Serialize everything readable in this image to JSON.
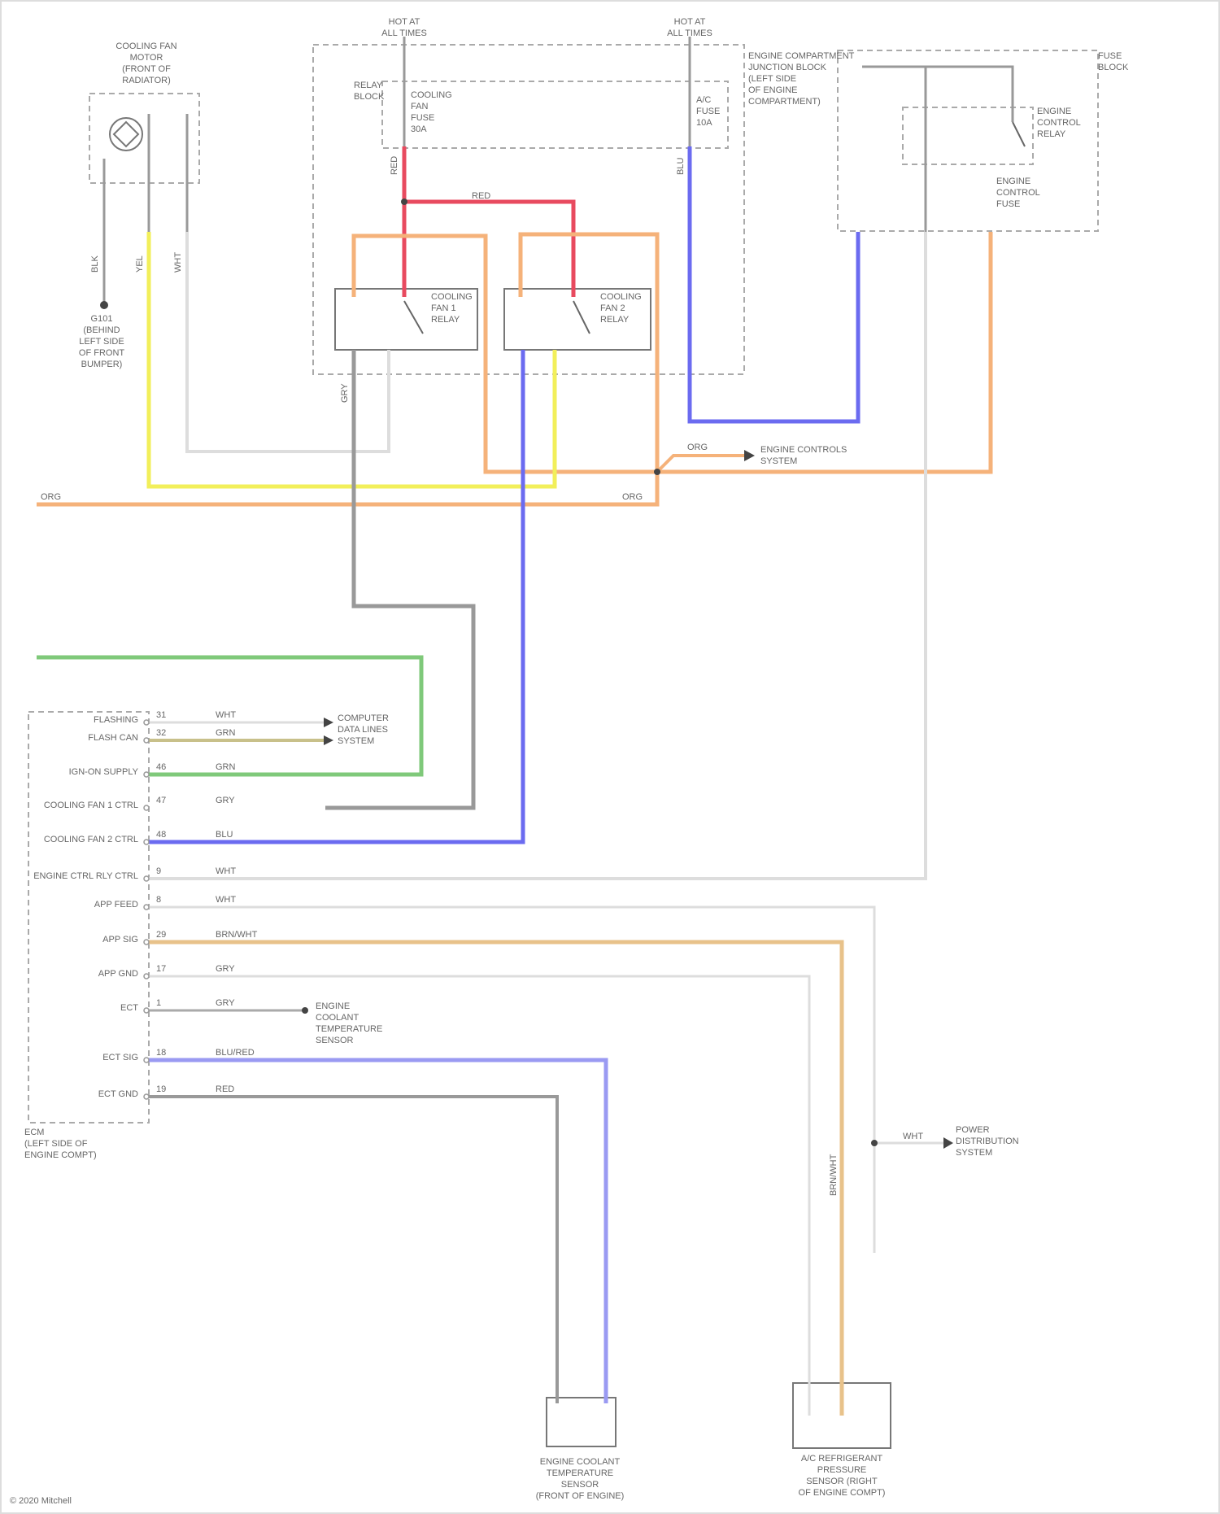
{
  "diagram": {
    "copyright": "© 2020 Mitchell",
    "power": [
      {
        "label": "HOT AT",
        "sub": "ALL TIMES"
      },
      {
        "label": "HOT AT",
        "sub": "ALL TIMES"
      }
    ],
    "components": {
      "fan_motor": [
        "COOLING FAN",
        "MOTOR",
        "(FRONT OF",
        "RADIATOR)"
      ],
      "junction_box": [
        "ENGINE COMPARTMENT",
        "JUNCTION BLOCK",
        "(LEFT SIDE",
        "OF ENGINE",
        "COMPARTMENT)"
      ],
      "fuse_block": [
        "RELAY",
        "BLOCK"
      ],
      "fuse_main": [
        "COOLING",
        "FAN",
        "FUSE",
        "30A"
      ],
      "fuse_ac": [
        "A/C",
        "FUSE",
        "10A"
      ],
      "relay1": [
        "COOLING",
        "FAN 1",
        "RELAY"
      ],
      "relay2": [
        "COOLING",
        "FAN 2",
        "RELAY"
      ],
      "fuse_right": [
        "FUSE",
        "BLOCK"
      ],
      "ctrl_relay": [
        "ENGINE",
        "CONTROL",
        "RELAY"
      ],
      "engine_fuse": [
        "ENGINE",
        "CONTROL",
        "FUSE"
      ],
      "ground": [
        "G101",
        "(BEHIND",
        "LEFT SIDE",
        "OF FRONT",
        "BUMPER)"
      ],
      "ecm": [
        "ECM",
        "(LEFT SIDE OF",
        "ENGINE COMPT)"
      ],
      "ect_sensor": [
        "ENGINE COOLANT",
        "TEMPERATURE",
        "SENSOR",
        "(FRONT OF ENGINE)"
      ],
      "ac_sensor": [
        "A/C REFRIGERANT",
        "PRESSURE",
        "SENSOR (RIGHT",
        "OF ENGINE COMPT)"
      ]
    },
    "ref_engine_ctrl": [
      "ENGINE CONTROLS",
      "SYSTEM"
    ],
    "ref_data_link": [
      "COMPUTER",
      "DATA LINES",
      "SYSTEM"
    ],
    "ref_knock": [
      "ENGINE",
      "COOLANT",
      "TEMPERATURE",
      "SENSOR"
    ],
    "ref_power": [
      "POWER",
      "DISTRIBUTION",
      "SYSTEM"
    ],
    "ecm_pins": [
      {
        "name": "FLASHING",
        "pin": "31",
        "wire": "WHT"
      },
      {
        "name": "FLASH CAN",
        "pin": "32",
        "wire": "GRN"
      },
      {
        "name": "IGN-ON SUPPLY",
        "pin": "46",
        "wire": "GRN"
      },
      {
        "name": "COOLING FAN 1 CTRL",
        "pin": "47",
        "wire": "GRY"
      },
      {
        "name": "COOLING FAN 2 CTRL",
        "pin": "48",
        "wire": "BLU"
      },
      {
        "name": "ENGINE CTRL RLY CTRL",
        "pin": "9",
        "wire": "WHT"
      },
      {
        "name": "APP FEED",
        "pin": "8",
        "wire": "WHT"
      },
      {
        "name": "APP SIG",
        "pin": "29",
        "wire": "BRN/WHT"
      },
      {
        "name": "APP GND",
        "pin": "17",
        "wire": "GRY"
      },
      {
        "name": "ECT",
        "pin": "1",
        "wire": "GRY"
      },
      {
        "name": "ECT SIG",
        "pin": "18",
        "wire": "BLU/RED"
      },
      {
        "name": "ECT GND",
        "pin": "19",
        "wire": "RED"
      }
    ],
    "wire_colors": {
      "red": "#e84a5f",
      "blue": "#6b6bf0",
      "orange": "#f5b27a",
      "yellow": "#f2ef5a",
      "gray": "#999999",
      "green": "#7fc97a",
      "tan": "#e8c28a",
      "lightgray": "#dddddd"
    },
    "wire_labels": {
      "red_top": "RED",
      "red_relay": "RED",
      "blue_a": "BLU",
      "orange_left": "ORG",
      "orange_right": "ORG",
      "gry_a": "GRY",
      "yel": "YEL",
      "wht": "WHT",
      "blk": "BLK",
      "brn_wht": "BRN/WHT",
      "org_ref": "ORG",
      "wht_ref": "WHT"
    }
  }
}
